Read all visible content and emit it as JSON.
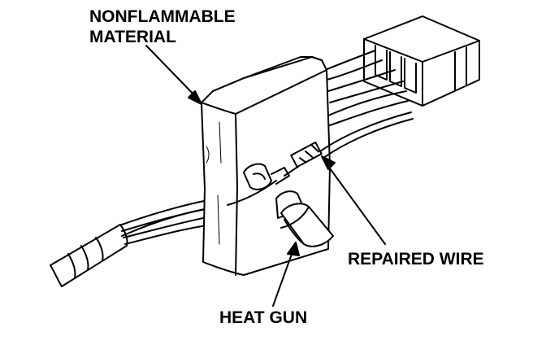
{
  "labels": {
    "nonflammable_line1": "NONFLAMMABLE",
    "nonflammable_line2": "MATERIAL",
    "repaired_wire": "REPAIRED WIRE",
    "heat_gun": "HEAT GUN"
  },
  "colors": {
    "ink": "#000000",
    "background": "#ffffff"
  }
}
